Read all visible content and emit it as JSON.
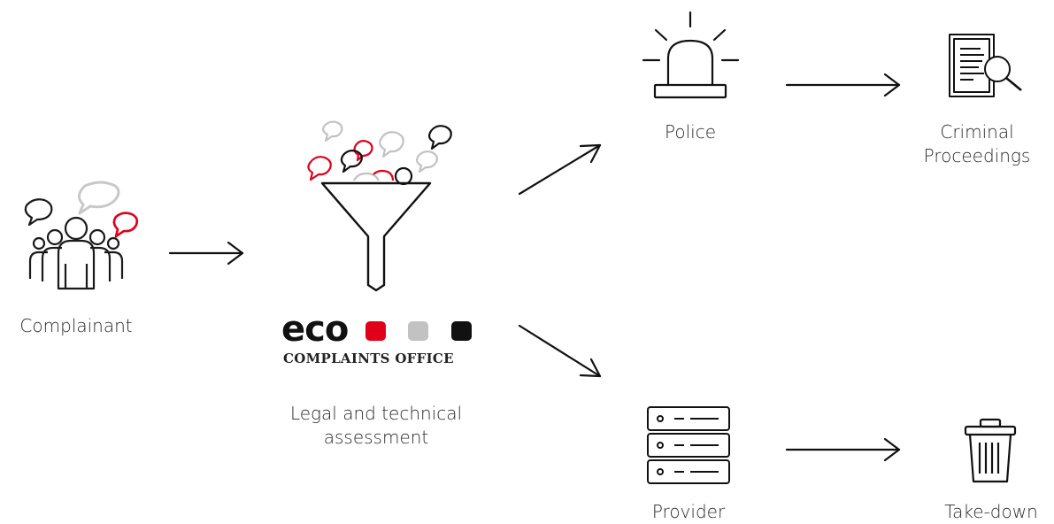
{
  "diagram": {
    "nodes": {
      "complainant": {
        "label": "Complainant",
        "icon": "people-with-speech-bubbles-icon"
      },
      "eco": {
        "icon": "funnel-with-speech-bubbles-icon",
        "logo_word": "eco",
        "logo_subtitle": "COMPLAINTS OFFICE",
        "label_line1": "Legal and technical",
        "label_line2": "assessment"
      },
      "police": {
        "label": "Police",
        "icon": "siren-icon"
      },
      "criminal": {
        "label_line1": "Criminal",
        "label_line2": "Proceedings",
        "icon": "document-magnifier-icon"
      },
      "provider": {
        "label": "Provider",
        "icon": "server-icon"
      },
      "takedown": {
        "label": "Take-down",
        "icon": "trash-bin-icon"
      }
    },
    "colors": {
      "accent_red": "#e0001a",
      "gray": "#c2c2c2",
      "black": "#111111"
    }
  }
}
